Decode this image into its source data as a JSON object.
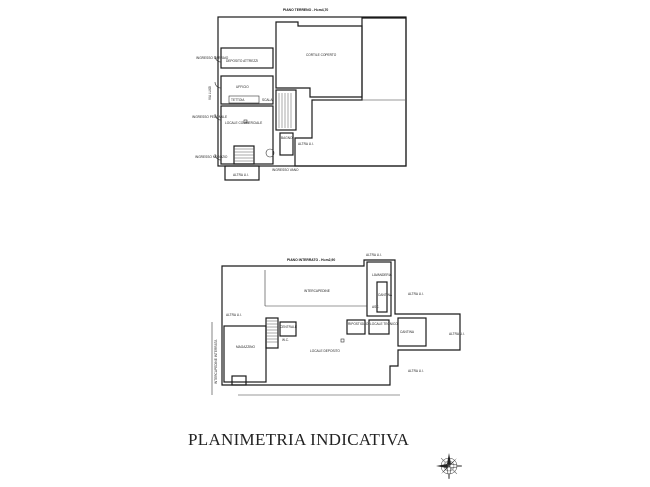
{
  "title": "PLANIMETRIA INDICATIVA",
  "ground_floor": {
    "header": "PIANO TERRENO - H=m4,70",
    "rooms": {
      "cortile_coperto": "CORTILE COPERTO",
      "deposito": "DEPOSITO ATTREZZI",
      "ufficio": "UFFICIO",
      "tettoia": "TETTOIA",
      "scala": "SCALA",
      "locale_commerciale": "LOCALE COMMERCIALE",
      "bagno": "BAGNO",
      "altra_ui_right": "ALTRA U.I.",
      "altra_ui_bottom": "ALTRA U.I."
    },
    "side_labels": {
      "accesso_carraio": "INGRESSO CARRAIO",
      "via": "VIA LUIGI",
      "accesso_pedonale": "INGRESSO PEDONALE",
      "ingresso_negozio": "INGRESSO NEGOZIO"
    },
    "bottom_label": "INGRESSO VANO"
  },
  "basement": {
    "header": "PIANO INTERRATO - H=m2,90",
    "rooms": {
      "intercapedine": "INTERCAPEDINE",
      "magazzino": "MAGAZZINO",
      "locale_deposito": "LOCALE DEPOSITO",
      "cantina": "CANTINA",
      "centrale": "CENTRALE",
      "ripostiglio": "RIPOSTIGLIO",
      "locale_tecnico": "LOCALE TECNICO",
      "lavanderia": "LAVANDERIA",
      "cantina_right": "CANTINA",
      "ascensore": "ASC.",
      "wc": "W.C."
    },
    "altra_labels": [
      "ALTRA U.I.",
      "ALTRA U.I.",
      "ALTRA U.I.",
      "ALTRA U.I.",
      "ALTRA U.I."
    ],
    "side_label": "INTERCAPEDINE INTERRATA"
  },
  "compass_icon": "compass-rose-icon"
}
